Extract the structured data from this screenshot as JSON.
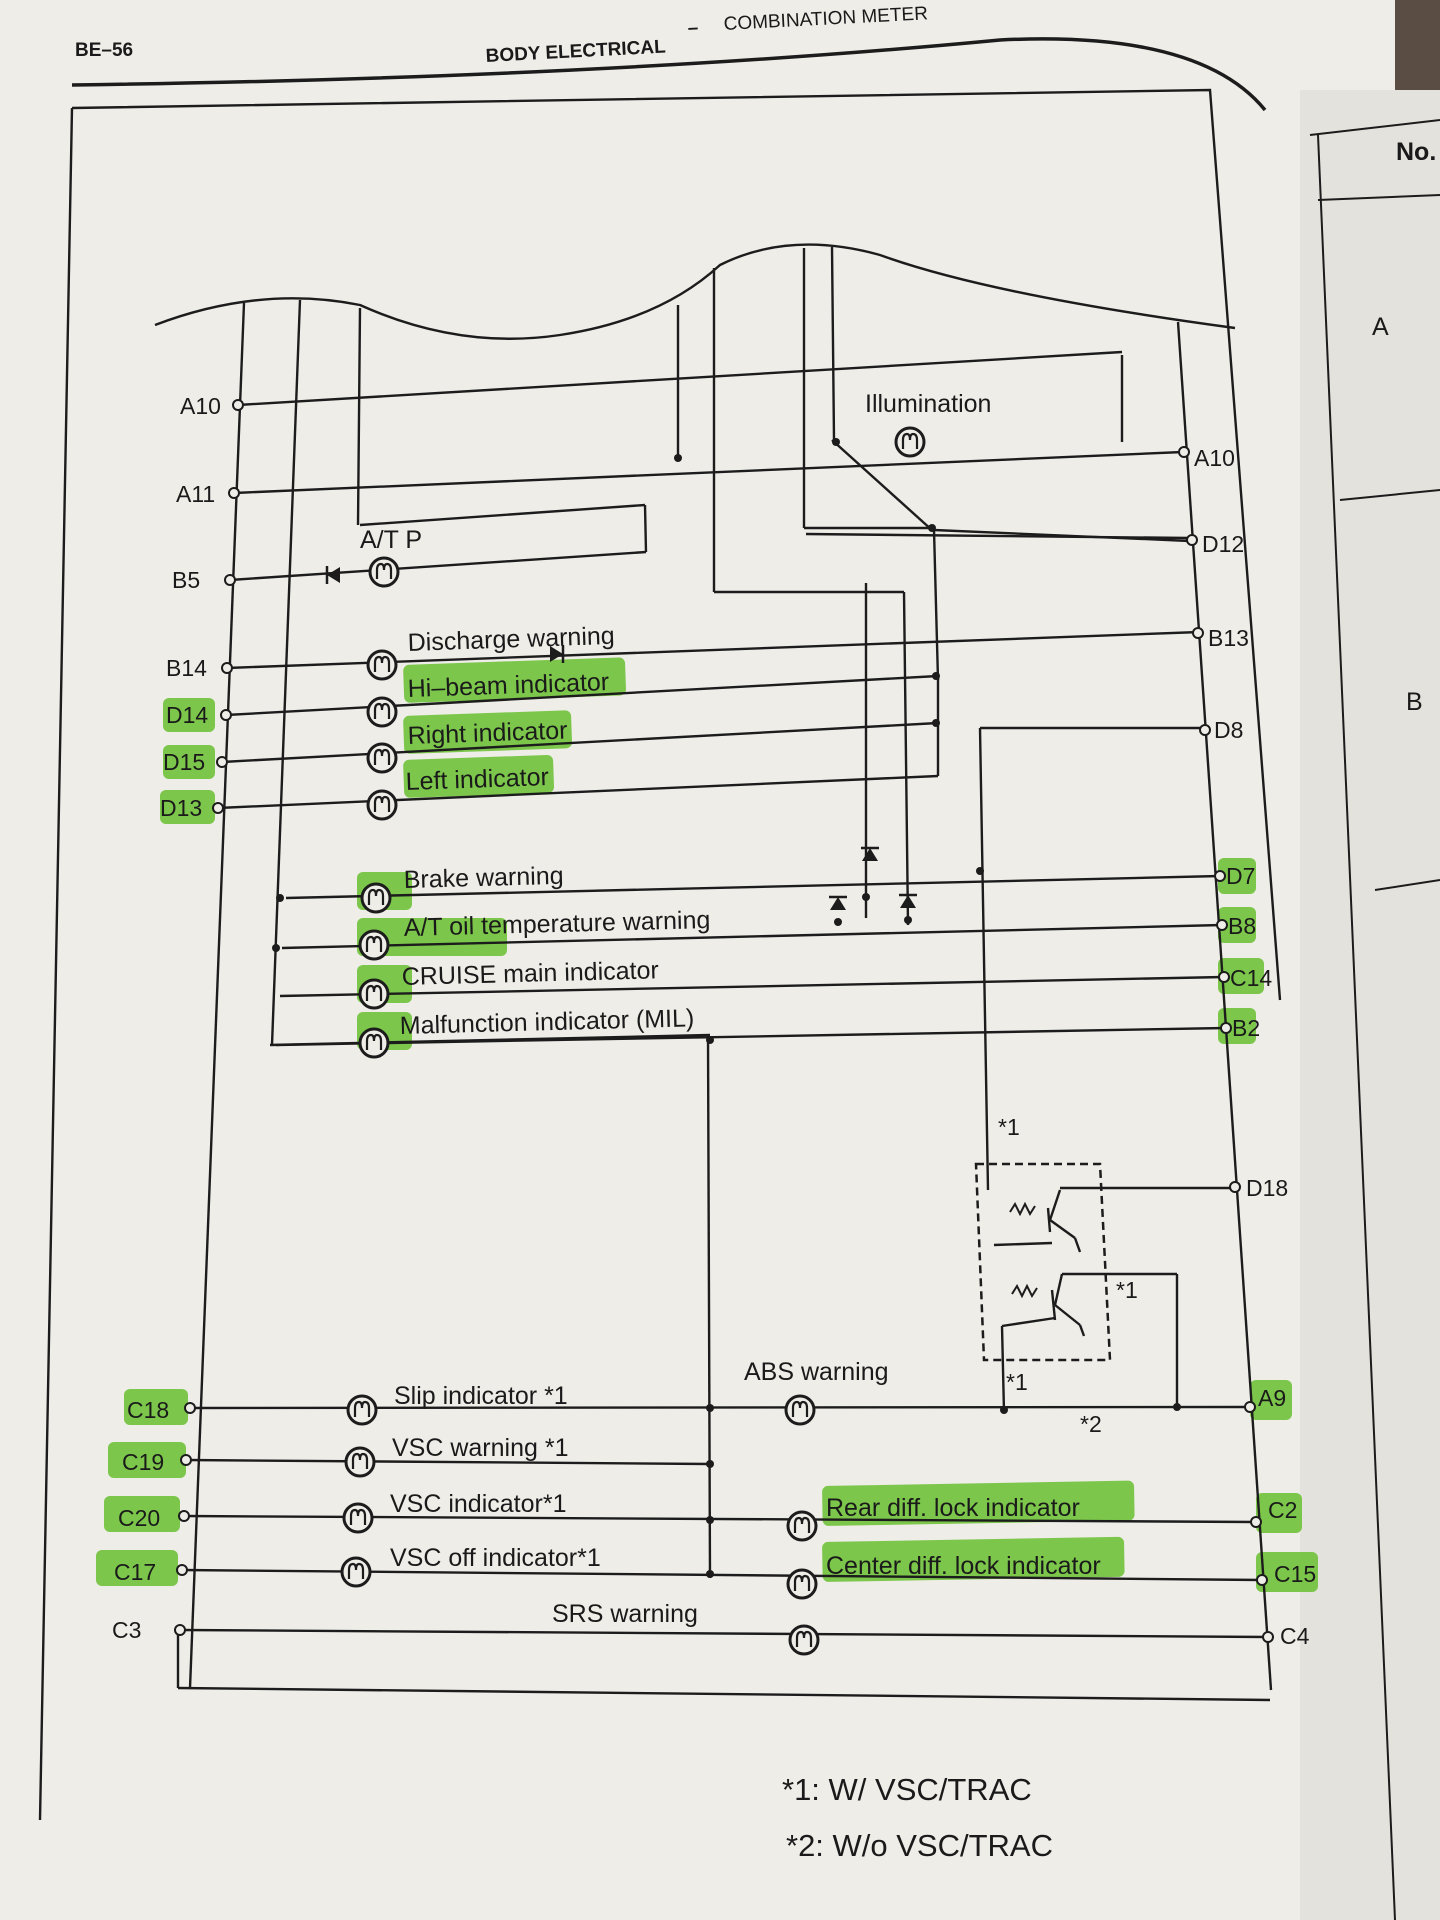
{
  "header": {
    "page_number": "BE–56",
    "section": "BODY ELECTRICAL",
    "dash": "–",
    "subsection": "COMBINATION METER"
  },
  "side_page": {
    "column_header": "No.",
    "rows": [
      "A",
      "B"
    ]
  },
  "diagram": {
    "left_terminals": [
      {
        "id": "A10",
        "label": "A10",
        "highlighted": false
      },
      {
        "id": "A11",
        "label": "A11",
        "highlighted": false
      },
      {
        "id": "B5",
        "label": "B5",
        "highlighted": false
      },
      {
        "id": "B14",
        "label": "B14",
        "highlighted": false
      },
      {
        "id": "D14",
        "label": "D14",
        "highlighted": true
      },
      {
        "id": "D15",
        "label": "D15",
        "highlighted": true
      },
      {
        "id": "D13",
        "label": "D13",
        "highlighted": true
      },
      {
        "id": "C18",
        "label": "C18",
        "highlighted": true
      },
      {
        "id": "C19",
        "label": "C19",
        "highlighted": true
      },
      {
        "id": "C20",
        "label": "C20",
        "highlighted": true
      },
      {
        "id": "C17",
        "label": "C17",
        "highlighted": true
      },
      {
        "id": "C3",
        "label": "C3",
        "highlighted": false
      }
    ],
    "right_terminals": [
      {
        "id": "A10R",
        "label": "A10",
        "highlighted": false
      },
      {
        "id": "D12",
        "label": "D12",
        "highlighted": false
      },
      {
        "id": "B13",
        "label": "B13",
        "highlighted": false
      },
      {
        "id": "D8",
        "label": "D8",
        "highlighted": false
      },
      {
        "id": "D7",
        "label": "D7",
        "highlighted": true
      },
      {
        "id": "B8",
        "label": "B8",
        "highlighted": true
      },
      {
        "id": "C14",
        "label": "C14",
        "highlighted": true
      },
      {
        "id": "B2",
        "label": "B2",
        "highlighted": true
      },
      {
        "id": "D18",
        "label": "D18",
        "highlighted": false
      },
      {
        "id": "A9",
        "label": "A9",
        "highlighted": true
      },
      {
        "id": "C2",
        "label": "C2",
        "highlighted": true
      },
      {
        "id": "C15",
        "label": "C15",
        "highlighted": true
      },
      {
        "id": "C4",
        "label": "C4",
        "highlighted": false
      }
    ],
    "lamps": [
      {
        "id": "illumination",
        "label": "Illumination",
        "highlighted": false
      },
      {
        "id": "atp",
        "label": "A/T P",
        "highlighted": false
      },
      {
        "id": "discharge",
        "label": "Discharge warning",
        "highlighted": false
      },
      {
        "id": "hibeam",
        "label": "Hi–beam indicator",
        "highlighted": true
      },
      {
        "id": "right",
        "label": "Right indicator",
        "highlighted": true
      },
      {
        "id": "left",
        "label": "Left indicator",
        "highlighted": true
      },
      {
        "id": "brake",
        "label": "Brake warning",
        "highlighted": true
      },
      {
        "id": "atoil",
        "label": "A/T oil temperature warning",
        "highlighted": true
      },
      {
        "id": "cruise",
        "label": "CRUISE main indicator",
        "highlighted": true
      },
      {
        "id": "mil",
        "label": "Malfunction indicator (MIL)",
        "highlighted": true
      },
      {
        "id": "slip",
        "label": "Slip indicator *1",
        "highlighted": false
      },
      {
        "id": "abs",
        "label": "ABS warning",
        "highlighted": false
      },
      {
        "id": "vscwarn",
        "label": "VSC warning *1",
        "highlighted": false
      },
      {
        "id": "vscind",
        "label": "VSC indicator*1",
        "highlighted": false
      },
      {
        "id": "reardiff",
        "label": "Rear diff. lock indicator",
        "highlighted": true
      },
      {
        "id": "vscoff",
        "label": "VSC off indicator*1",
        "highlighted": false
      },
      {
        "id": "centerdiff",
        "label": "Center diff. lock indicator",
        "highlighted": true
      },
      {
        "id": "srs",
        "label": "SRS warning",
        "highlighted": false
      }
    ],
    "markers": {
      "box_top": "*1",
      "box_right": "*1",
      "box_bottom": "*1",
      "a9_star": "*2"
    }
  },
  "footnotes": [
    "*1: W/ VSC/TRAC",
    "*2: W/o VSC/TRAC"
  ]
}
